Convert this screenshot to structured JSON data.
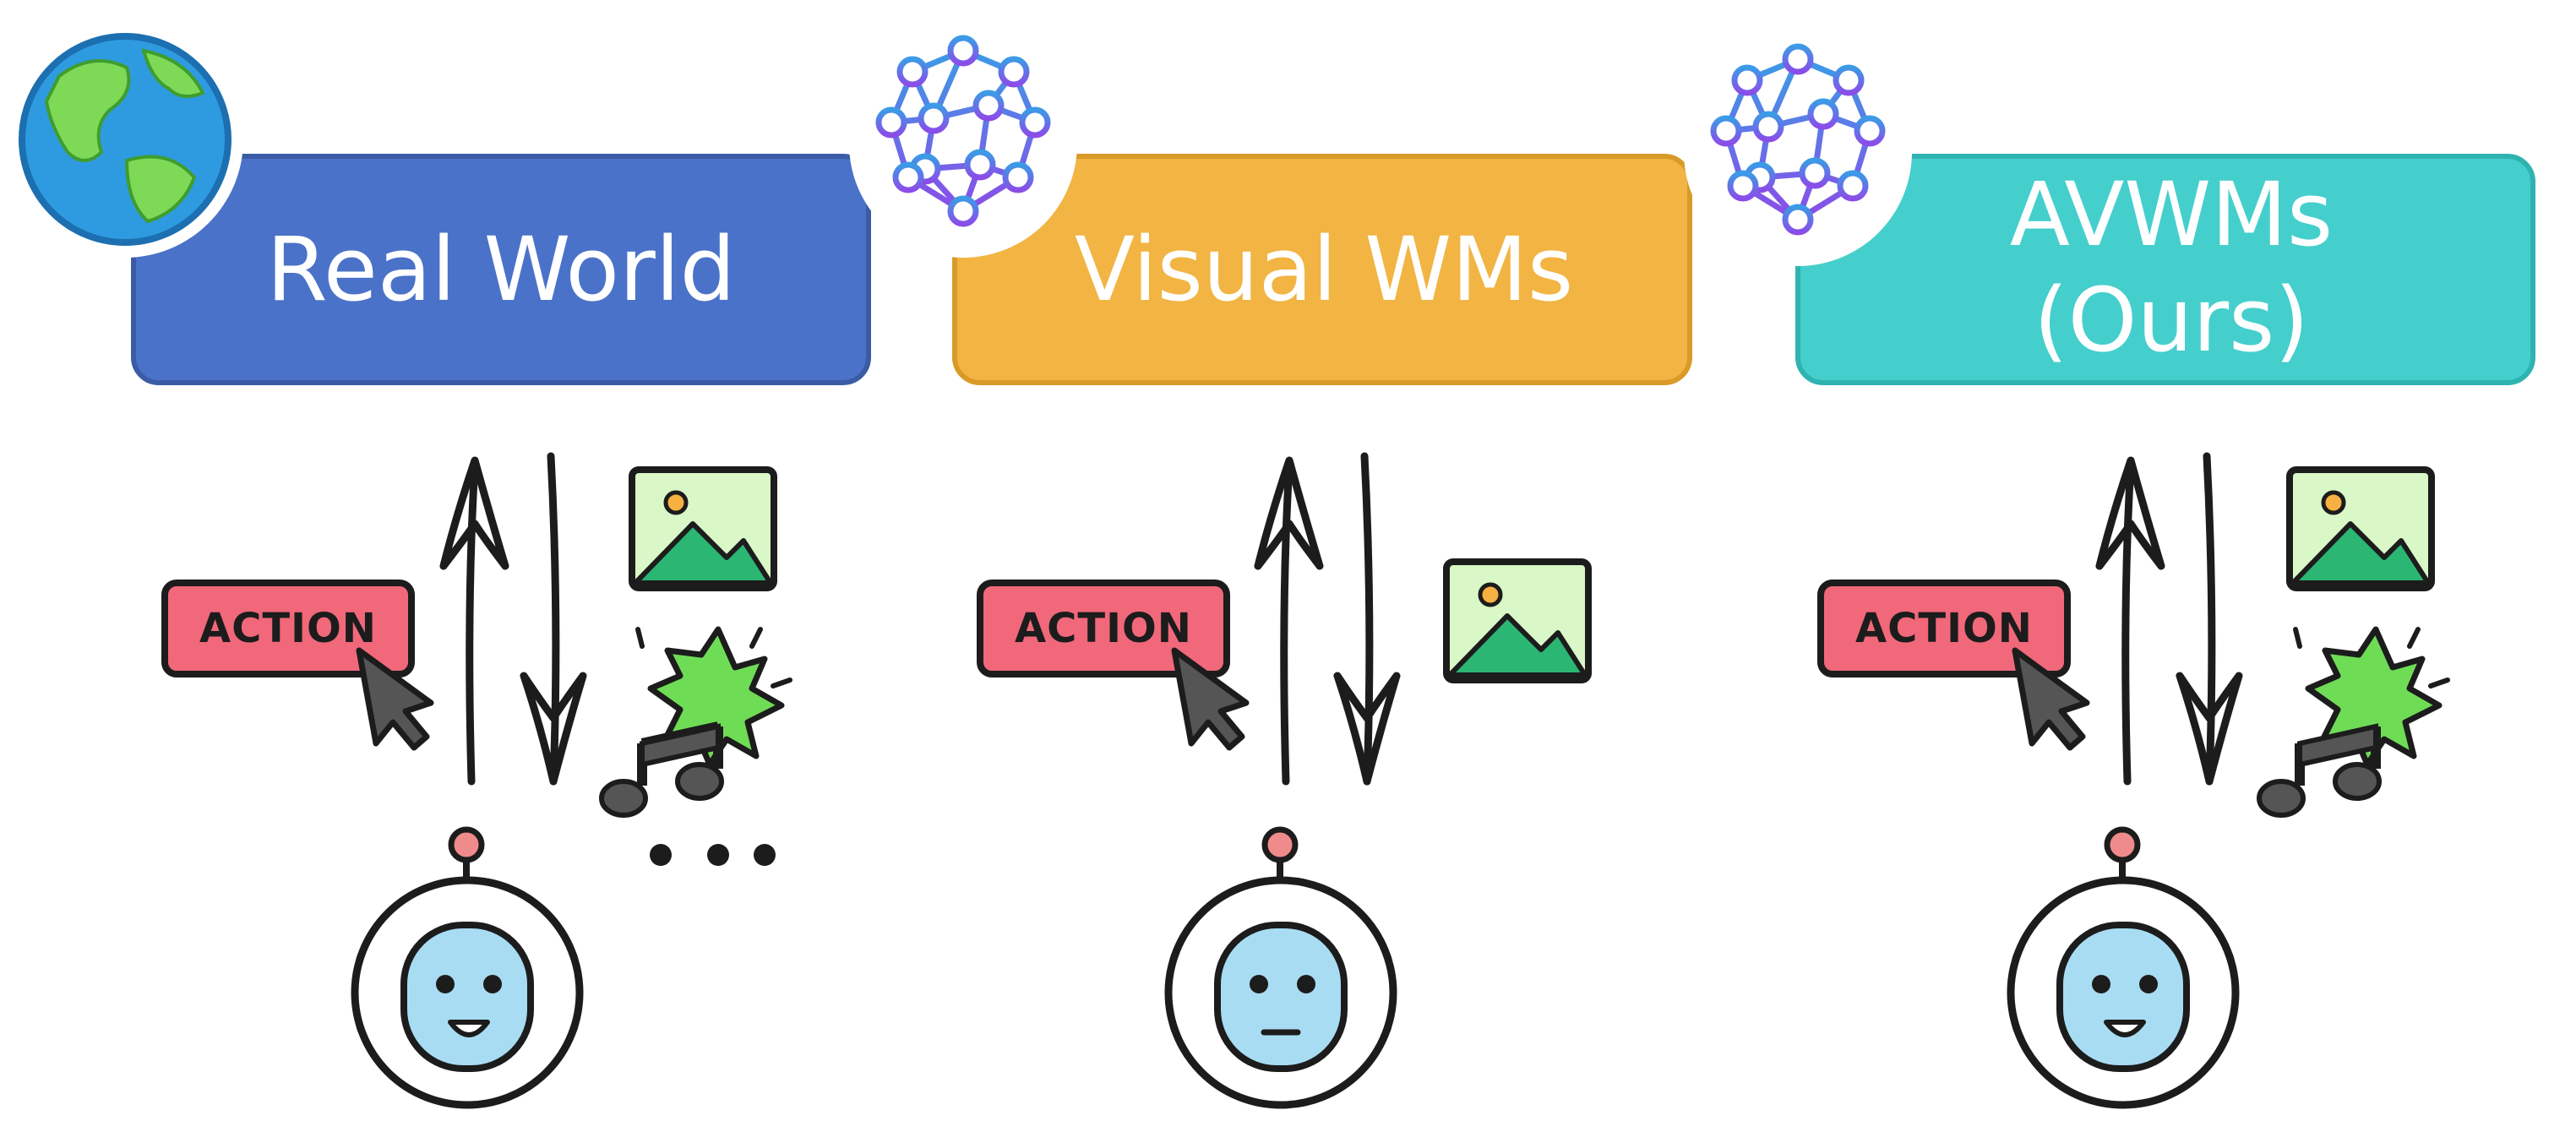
{
  "panels": [
    {
      "id": "real-world",
      "title_lines": [
        "Real World"
      ],
      "color": "#4a72c9",
      "border": "#3b5ca5",
      "header_icon": "earth-globe-icon",
      "action_label": "ACTION",
      "observations": [
        "image-icon",
        "audio-event-icon"
      ],
      "has_more": true,
      "more_label": "...",
      "robot_expression": "happy"
    },
    {
      "id": "visual-wms",
      "title_lines": [
        "Visual WMs"
      ],
      "color": "#f2b443",
      "border": "#d99a28",
      "header_icon": "neural-network-icon",
      "action_label": "ACTION",
      "observations": [
        "image-icon"
      ],
      "has_more": false,
      "robot_expression": "neutral"
    },
    {
      "id": "avwms",
      "title_lines": [
        "AVWMs",
        "(Ours)"
      ],
      "color": "#45cfcc",
      "border": "#2fb3b0",
      "header_icon": "neural-network-icon",
      "action_label": "ACTION",
      "observations": [
        "image-icon",
        "audio-event-icon"
      ],
      "has_more": false,
      "robot_expression": "happy"
    }
  ],
  "colors": {
    "action_button": "#f0687a",
    "robot_face": "#a8dcf3",
    "robot_antenna": "#f08b8b",
    "image_bg": "#d9f7c7",
    "image_mountain": "#2bb673",
    "starburst": "#6fdc55",
    "music_note": "#555555",
    "network_gradient_start": "#3b9be6",
    "network_gradient_end": "#8a4de8"
  }
}
